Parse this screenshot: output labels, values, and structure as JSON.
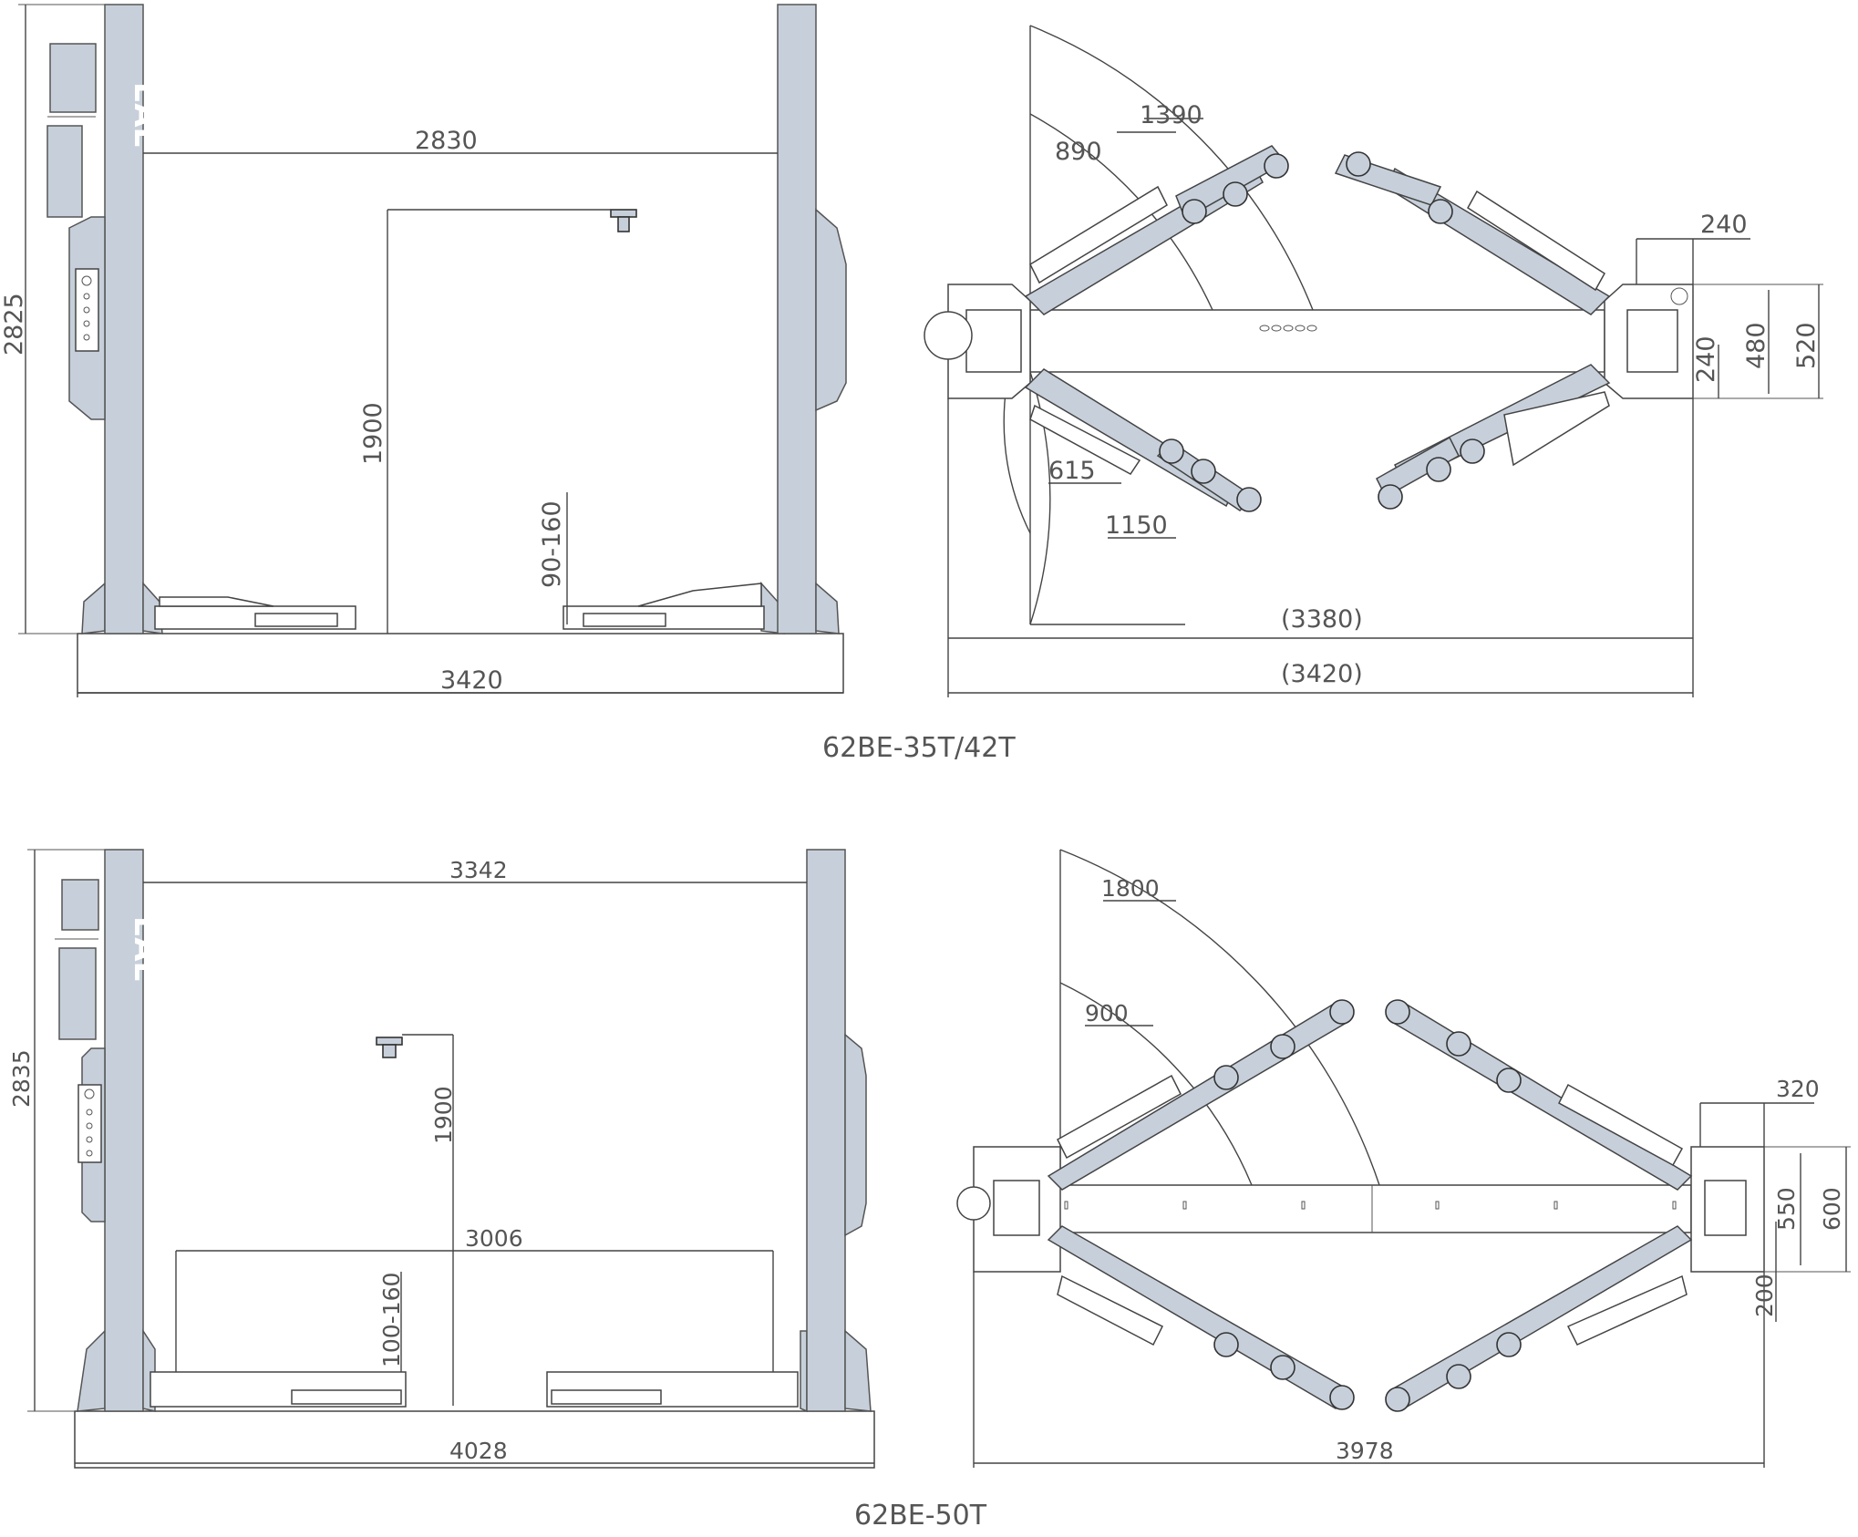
{
  "colors": {
    "steel": "#c7d0da",
    "line": "#444444",
    "text": "#555555"
  },
  "brand": {
    "logo_text": "EAE"
  },
  "top_set": {
    "caption": "62BE-35T/42T",
    "front_view": {
      "height": "2825",
      "inner_width": "2830",
      "overall_width": "3420",
      "lift_height": "1900",
      "pickup_height": "90-160"
    },
    "top_view": {
      "outer_radius": "1390",
      "inner_radius": "890",
      "retracted_inner": "615",
      "retracted_outer": "1150",
      "offset": "240",
      "base_width_a": "480",
      "base_width_b": "520",
      "base_small": "240",
      "inner_span": "(3380)",
      "outer_span": "(3420)"
    }
  },
  "bottom_set": {
    "caption": "62BE-50T",
    "front_view": {
      "height": "2835",
      "inner_width": "3342",
      "drive_through": "3006",
      "overall_width": "4028",
      "lift_height": "1900",
      "pickup_height": "100-160"
    },
    "top_view": {
      "outer_radius": "1800",
      "inner_radius": "900",
      "offset": "320",
      "base_width_a": "550",
      "base_width_b": "600",
      "base_small": "200",
      "overall_span": "3978"
    }
  }
}
